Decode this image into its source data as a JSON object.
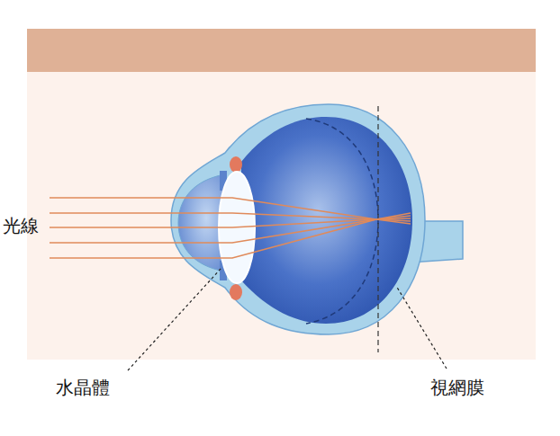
{
  "diagram": {
    "labels": [
      "光線",
      "水晶體",
      "視網膜"
    ]
  }
}
